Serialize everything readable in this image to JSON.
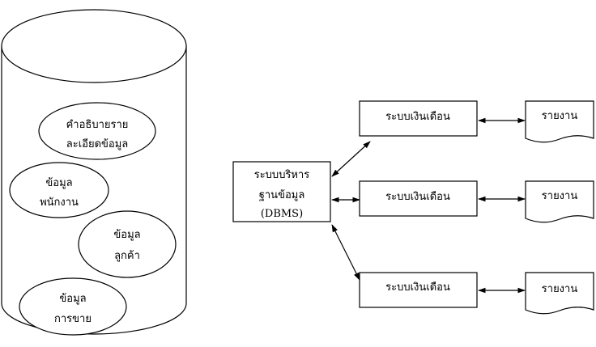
{
  "database": {
    "dictionary": [
      "คำอธิบายราย",
      "ละเอียดข้อมูล"
    ],
    "employee": [
      "ข้อมูล",
      "พนักงาน"
    ],
    "customer": [
      "ข้อมูล",
      "ลูกค้า"
    ],
    "sales": [
      "ข้อมูล",
      "การขาย"
    ]
  },
  "dbms": [
    "ระบบบริหาร",
    "ฐานข้อมูล",
    "(DBMS)"
  ],
  "systems": [
    {
      "label": "ระบบเงินเดือน",
      "report": "รายงาน"
    },
    {
      "label": "ระบบเงินเดือน",
      "report": "รายงาน"
    },
    {
      "label": "ระบบเงินเดือน",
      "report": "รายงาน"
    }
  ]
}
